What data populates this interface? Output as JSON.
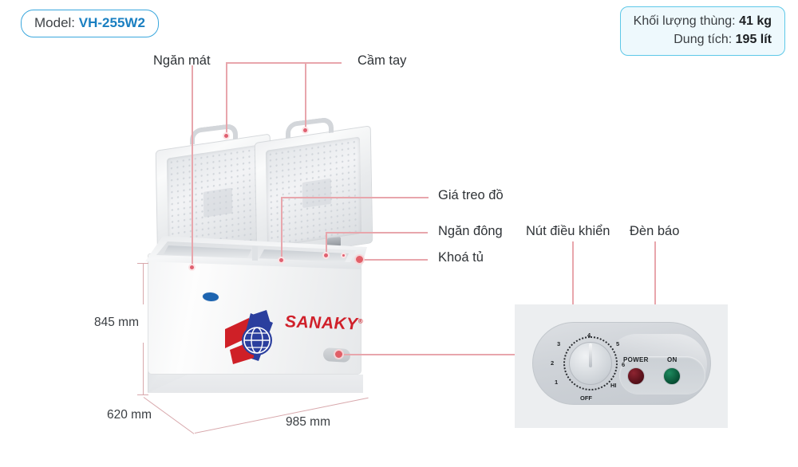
{
  "model_badge": {
    "prefix": "Model:",
    "value": "VH-255W2"
  },
  "spec_badge": {
    "weight_label": "Khối lượng thùng:",
    "weight_value": "41 kg",
    "volume_label": "Dung tích:",
    "volume_value": "195 lít"
  },
  "callouts": {
    "cool_compartment": "Ngăn mát",
    "handle": "Cầm tay",
    "hanging_rack": "Giá treo đồ",
    "freezer_compartment": "Ngăn đông",
    "cabinet_lock": "Khoá tủ",
    "control_knob": "Nút điều khiển",
    "indicator_light": "Đèn báo"
  },
  "dimensions": {
    "height": "845 mm",
    "depth": "620 mm",
    "width": "985 mm"
  },
  "brand": {
    "wordmark": "SANAKY",
    "trademark": "®"
  },
  "control_panel": {
    "dial_numbers": [
      "1",
      "2",
      "3",
      "4",
      "5",
      "6"
    ],
    "off_label": "OFF",
    "hi_label": "HI",
    "power_label": "POWER",
    "on_label": "ON"
  },
  "colors": {
    "accent_blue": "#3aa7dd",
    "badge_blue": "#1a7fc1",
    "leader_pink": "#e8a6ac",
    "dot_red": "#e06070",
    "brand_red": "#d0202a",
    "brand_blue": "#2b3f9e",
    "led_red": "#8e2430",
    "led_green": "#1d8a5e"
  }
}
